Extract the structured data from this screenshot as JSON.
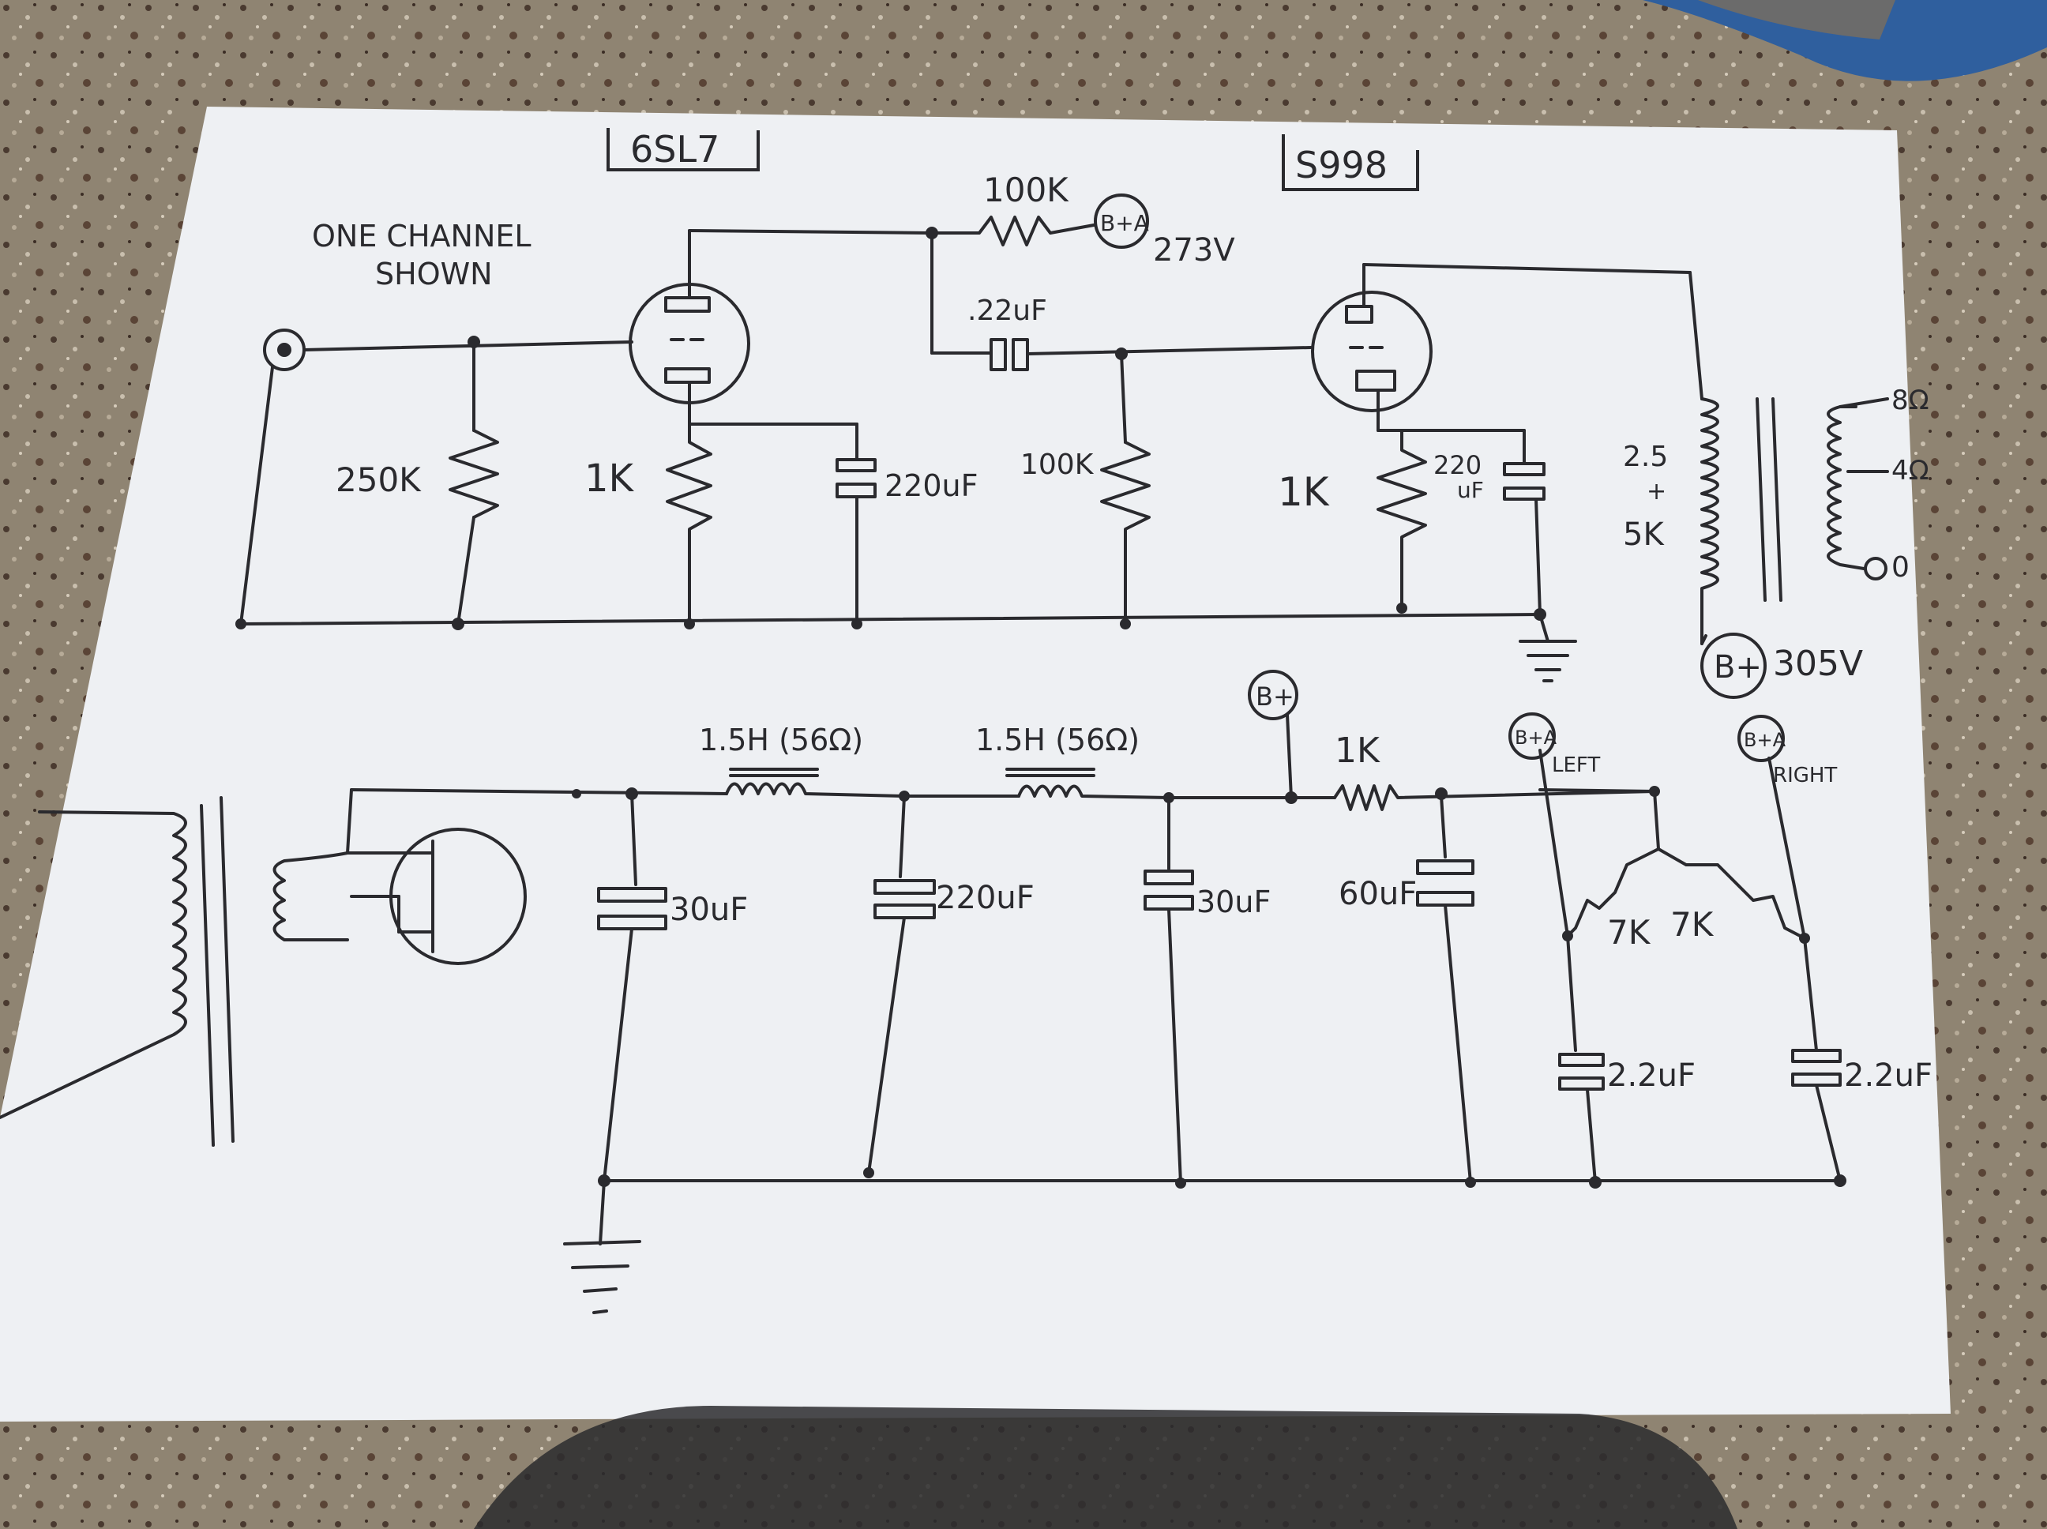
{
  "note": {
    "line1": "ONE CHANNEL",
    "line2": "SHOWN"
  },
  "tubes": {
    "driver": "6SL7",
    "output": "S998"
  },
  "amplifier": {
    "plate_resistor": "100K",
    "plate_supply_node": "B+A",
    "plate_supply_voltage": "273V",
    "coupling_cap": ".22uF",
    "grid_resistor_input": "250K",
    "cathode_resistor_driver": "1K",
    "cathode_bypass_driver": "220uF",
    "grid_resistor_output": "100K",
    "cathode_resistor_output": "1K",
    "cathode_bypass_output_top": "220",
    "cathode_bypass_output_bottom": "uF",
    "transformer_primary_top": "2.5",
    "transformer_primary_mid": "+",
    "transformer_primary_bottom": "5K",
    "tap_8": "8Ω",
    "tap_4": "4Ω",
    "tap_0": "0",
    "output_supply_node": "B+",
    "output_supply_voltage": "305V"
  },
  "power_supply": {
    "choke_1": "1.5H (56Ω)",
    "choke_2": "1.5H (56Ω)",
    "cap_1": "30uF",
    "cap_2": "220uF",
    "cap_3": "30uF",
    "bplus_node": "B+",
    "dropping_resistor": "1K",
    "cap_4": "60uF",
    "node_left": "B+A",
    "label_left": "LEFT",
    "node_right": "B+A",
    "label_right": "RIGHT",
    "resistor_left": "7K",
    "resistor_right": "7K",
    "cap_left": "2.2uF",
    "cap_right": "2.2uF"
  },
  "colors": {
    "ink": "#2a2a2e",
    "paper": "#eef0f3",
    "granite": "#8a7f6e",
    "pen_blue": "#2f5f9e"
  }
}
